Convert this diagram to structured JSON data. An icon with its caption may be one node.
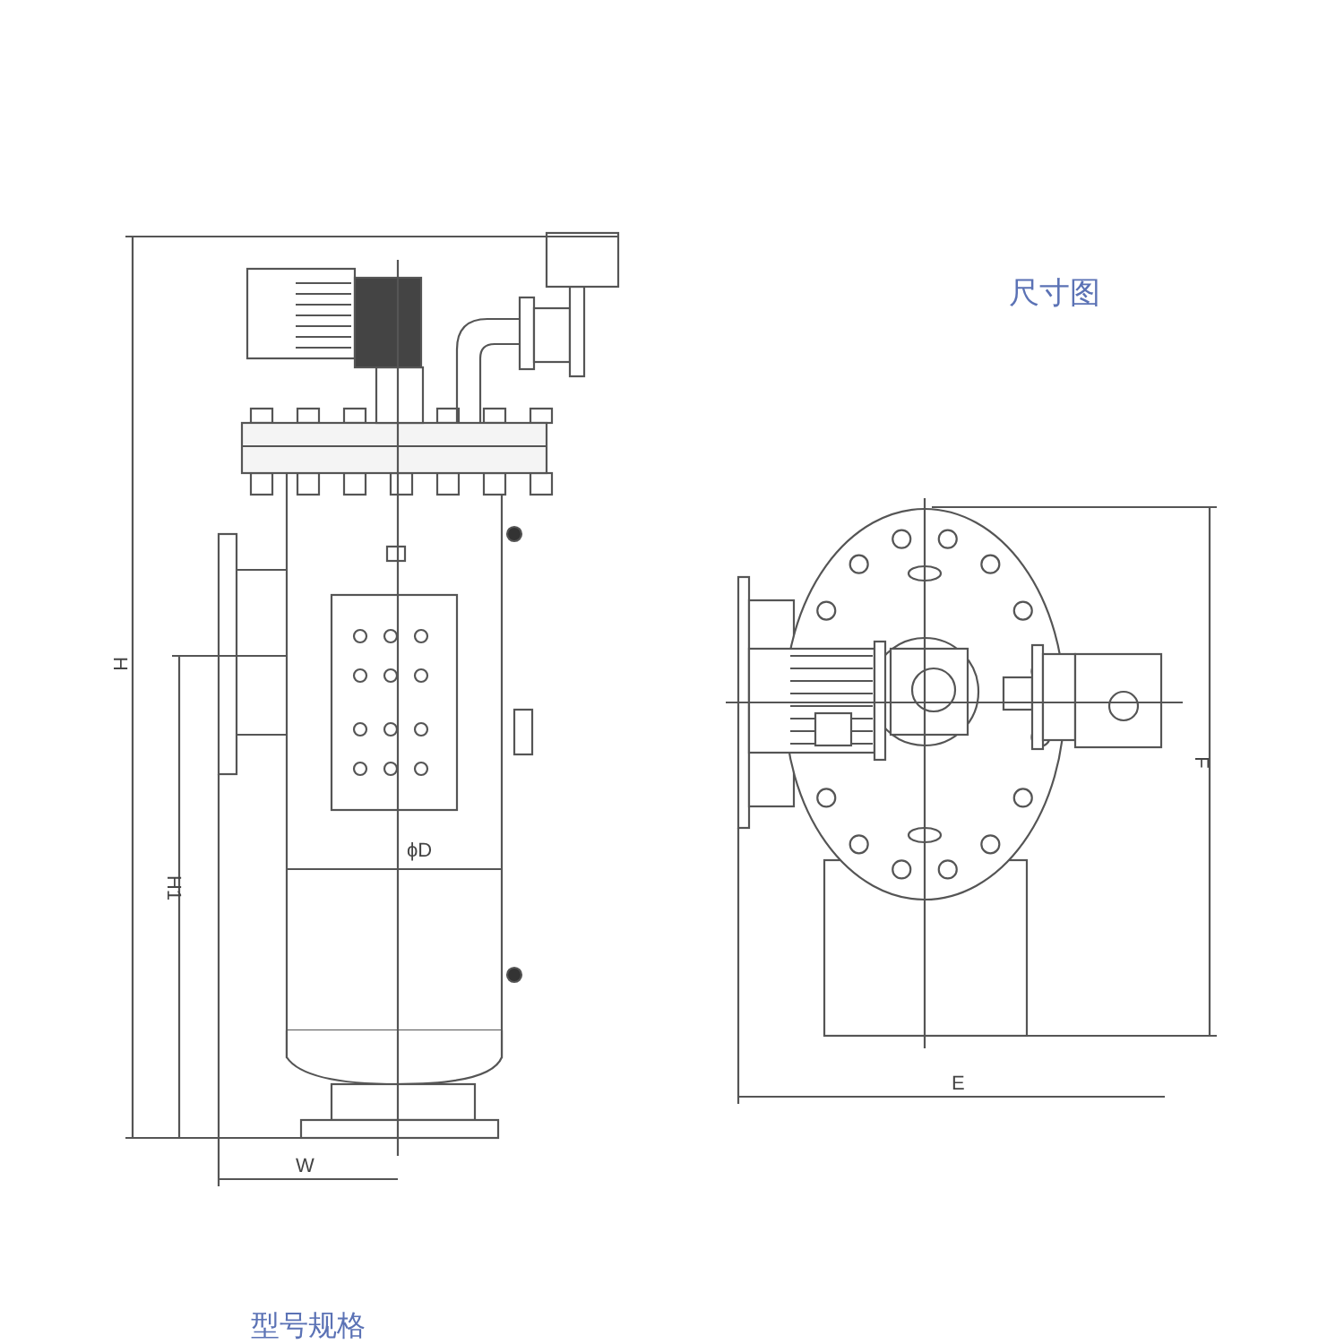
{
  "diagram": {
    "title": "尺寸图",
    "labels": [
      "H",
      "H1",
      "ϕD",
      "W",
      "E",
      "F",
      "型号规格"
    ]
  }
}
